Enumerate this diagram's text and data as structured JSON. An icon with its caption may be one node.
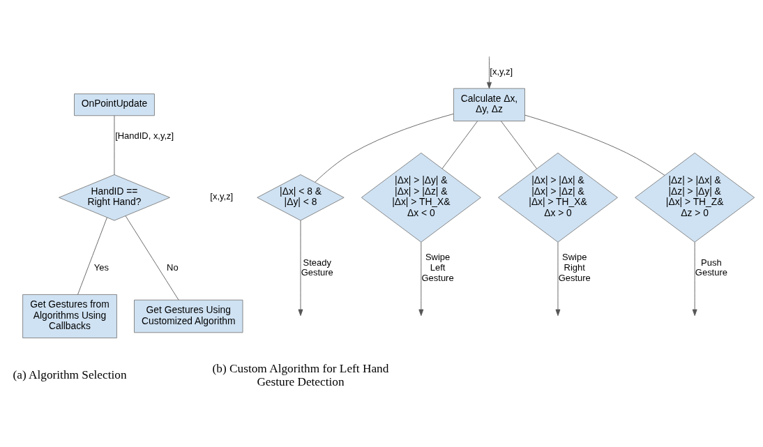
{
  "diagram": {
    "nodes": [
      {
        "text": [
          "OnPointUpdate"
        ]
      },
      {
        "text": [
          "HandID == Right Hand?"
        ]
      },
      {
        "text": [
          "Get Gestures from Algorithms Using Callbacks"
        ]
      },
      {
        "text": [
          "Get Gestures Using Customized Algorithm"
        ]
      },
      {
        "text": [
          "Calculate Δx, Δy, Δz"
        ]
      },
      {
        "text": [
          "|Δx| < 8 & |Δy| < 8"
        ]
      },
      {
        "text": [
          "|Δx| > |Δy| & |Δx| > |Δz| & |Δx| > TH_X& Δx < 0"
        ]
      },
      {
        "text": [
          "|Δx| > |Δx| & |Δx| > |Δz| & |Δx| > TH_X& Δx > 0"
        ]
      },
      {
        "text": [
          "|Δz| > |Δx| & |Δz| > |Δy| & |Δx| > TH_Z& Δz > 0"
        ]
      }
    ],
    "edges": [
      {
        "from": 0,
        "to": 1,
        "arrow": "none",
        "label": "[HandID, x,y,z]"
      },
      {
        "from": 1,
        "to": 3,
        "arrow": "none",
        "label": "No"
      },
      {
        "from": 1,
        "to": 2,
        "arrow": "none",
        "label": "Yes"
      },
      {
        "from": null,
        "to": 4,
        "arrow": "to",
        "label": "[x,y,z]"
      },
      {
        "from": 4,
        "to": 5,
        "arrow": "none"
      },
      {
        "from": 4,
        "to": 6,
        "arrow": "none"
      },
      {
        "from": 4,
        "to": 7,
        "arrow": "none"
      },
      {
        "from": 4,
        "to": 8,
        "arrow": "none"
      },
      {
        "from": 5,
        "to": null,
        "arrow": "to",
        "label": "Steady Gesture"
      },
      {
        "from": 6,
        "to": null,
        "arrow": "to",
        "label": "Swipe Left Gesture"
      },
      {
        "from": 7,
        "to": null,
        "arrow": "to",
        "label": "Swipe Right Gesture"
      },
      {
        "from": 8,
        "to": null,
        "arrow": "to",
        "label": "Push Gesture"
      }
    ],
    "labels": [
      "[x,y,z]",
      "(a) Algorithm Selection",
      "(b) Custom Algorithm for Left Hand Gesture Detection"
    ]
  }
}
